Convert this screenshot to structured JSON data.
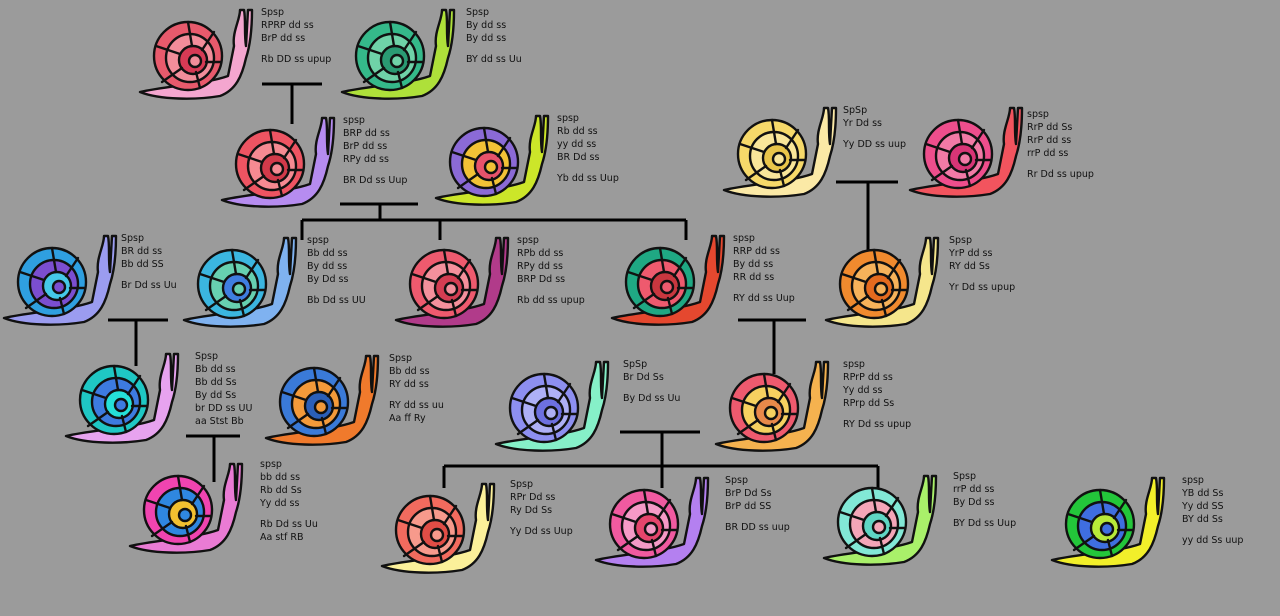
{
  "snails": [
    {
      "id": "s1",
      "lines": [
        "Spsp",
        "RPRP dd ss",
        "BrP dd ss",
        "",
        "Rb DD ss upup"
      ],
      "body": "#f4a6cf",
      "shell": [
        "#e85a6c",
        "#f28d9a",
        "#d63a55"
      ]
    },
    {
      "id": "s2",
      "lines": [
        "Spsp",
        "By dd ss",
        "By dd ss",
        "",
        "BY dd ss Uu"
      ],
      "body": "#aee03a",
      "shell": [
        "#35b98a",
        "#6fd2a8",
        "#2a9a73"
      ]
    },
    {
      "id": "s3",
      "lines": [
        "spsp",
        "BRP dd ss",
        "BrP dd ss",
        "RPy dd ss",
        "",
        "BR Dd ss Uup"
      ],
      "body": "#b68cf0",
      "shell": [
        "#ee5462",
        "#f58a92",
        "#d23a4a"
      ]
    },
    {
      "id": "s4",
      "lines": [
        "spsp",
        "Rb dd ss",
        "yy dd ss",
        "BR Dd ss",
        "",
        "Yb dd ss Uup"
      ],
      "body": "#cce629",
      "shell": [
        "#8b6ad6",
        "#f2c236",
        "#e8536b"
      ]
    },
    {
      "id": "s5",
      "lines": [
        "Spsp",
        "BR dd ss",
        "Bb dd SS",
        "",
        "Br Dd ss Uu"
      ],
      "body": "#9b9cf0",
      "shell": [
        "#2f9fe0",
        "#7b4ed0",
        "#45c8e8"
      ]
    },
    {
      "id": "s6",
      "lines": [
        "spsp",
        "Bb dd ss",
        "By dd ss",
        "By Dd ss",
        "",
        "Bb Dd ss UU"
      ],
      "body": "#7fb2f0",
      "shell": [
        "#3bb6e0",
        "#67d0b0",
        "#3f7ee0"
      ]
    },
    {
      "id": "s7",
      "lines": [
        "spsp",
        "RPb dd ss",
        "RPy dd ss",
        "BRP Dd ss",
        "",
        "Rb dd ss upup"
      ],
      "body": "#b13b8a",
      "shell": [
        "#ee5a6e",
        "#f4909c",
        "#d43d52"
      ]
    },
    {
      "id": "s8",
      "lines": [
        "spsp",
        "RRP dd ss",
        "By dd ss",
        "RR dd ss",
        "",
        "RY dd ss Uup"
      ],
      "body": "#e5482f",
      "shell": [
        "#1fa883",
        "#ee5a6e",
        "#c9373f"
      ]
    },
    {
      "id": "s9",
      "lines": [
        "SpSp",
        "Yr Dd ss",
        "",
        "Yy DD ss uup"
      ],
      "body": "#fbe9a6",
      "shell": [
        "#f6d96a",
        "#f9e69a",
        "#e9c54a"
      ]
    },
    {
      "id": "s10",
      "lines": [
        "spsp",
        "RrP dd Ss",
        "RrP dd ss",
        "rrP dd ss",
        "",
        "Rr Dd ss upup"
      ],
      "body": "#f2545e",
      "shell": [
        "#ee4e8c",
        "#f27aa6",
        "#d83576"
      ]
    },
    {
      "id": "s11",
      "lines": [
        "Spsp",
        "YrP dd ss",
        "RY dd Ss",
        "",
        "Yr Dd ss upup"
      ],
      "body": "#f5e68c",
      "shell": [
        "#f08a2e",
        "#f6b25a",
        "#e46a1e"
      ]
    },
    {
      "id": "s12",
      "lines": [
        "Spsp",
        "Bb dd ss",
        "Bb dd Ss",
        "By dd Ss",
        "br DD ss UU",
        "aa Stst Bb"
      ],
      "body": "#e7a3ef",
      "shell": [
        "#1fc7c4",
        "#3d7be0",
        "#25e0d8"
      ]
    },
    {
      "id": "s13",
      "lines": [
        "Spsp",
        "Bb dd ss",
        "RY dd ss",
        "",
        "RY dd ss uu",
        "Aa ff Ry"
      ],
      "body": "#f07a2c",
      "shell": [
        "#3a7ad8",
        "#f39a3a",
        "#2b5fb8"
      ]
    },
    {
      "id": "s14",
      "lines": [
        "SpSp",
        "Br Dd Ss",
        "",
        "By Dd ss Uu"
      ],
      "body": "#86f0c8",
      "shell": [
        "#8d8ff0",
        "#aeb0f6",
        "#6d70e0"
      ]
    },
    {
      "id": "s15",
      "lines": [
        "spsp",
        "RPrP dd ss",
        "Yy dd ss",
        "RPrp dd Ss",
        "",
        "RY Dd ss upup"
      ],
      "body": "#f5b24f",
      "shell": [
        "#ee5a6e",
        "#f6d160",
        "#e8894a"
      ]
    },
    {
      "id": "s16",
      "lines": [
        "spsp",
        "bb dd ss",
        "Rb dd Ss",
        "Yy dd ss",
        "",
        "Rb Dd ss Uu",
        "Aa stf RB"
      ],
      "body": "#ea7bd4",
      "shell": [
        "#f044b0",
        "#2f87e0",
        "#f2c030"
      ]
    },
    {
      "id": "s17",
      "lines": [
        "Spsp",
        "RPr Dd ss",
        "Ry Dd Ss",
        "",
        "Yy Dd ss Uup"
      ],
      "body": "#fbf09a",
      "shell": [
        "#f26b5e",
        "#f79a8c",
        "#e04d46"
      ]
    },
    {
      "id": "s18",
      "lines": [
        "Spsp",
        "BrP Dd Ss",
        "BrP dd SS",
        "",
        "BR DD ss uup"
      ],
      "body": "#b480f0",
      "shell": [
        "#f05aa0",
        "#f59ac6",
        "#e5456c"
      ]
    },
    {
      "id": "s19",
      "lines": [
        "Spsp",
        "rrP dd ss",
        "By Dd ss",
        "",
        "BY Dd ss Uup"
      ],
      "body": "#a9f06a",
      "shell": [
        "#82e8d6",
        "#f4a6b8",
        "#5fd6c4"
      ]
    },
    {
      "id": "s20",
      "lines": [
        "spsp",
        "YB dd Ss",
        "Yy dd SS",
        "BY dd Ss",
        "",
        "yy dd Ss uup"
      ],
      "body": "#f2ef2a",
      "shell": [
        "#23c63a",
        "#3f6ee0",
        "#b8ea38"
      ]
    }
  ]
}
